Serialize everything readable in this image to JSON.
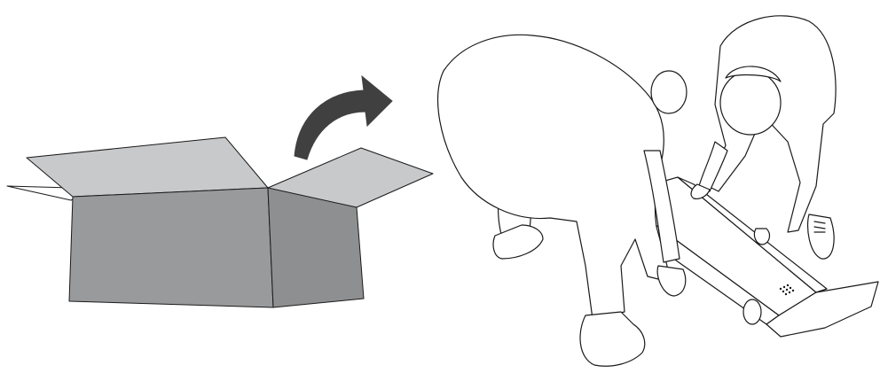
{
  "illustration": {
    "box": {
      "icon": "open-cardboard-box"
    },
    "arrow": {
      "icon": "curved-arrow-right"
    },
    "people": {
      "icon": "two-people-lifting-treadmill"
    }
  },
  "colors": {
    "box_front": "#999a9c",
    "box_side": "#8e8f91",
    "box_flap": "#c8c9cb",
    "arrow": "#404040",
    "line": "#1a1a1a",
    "fill_white": "#ffffff"
  }
}
